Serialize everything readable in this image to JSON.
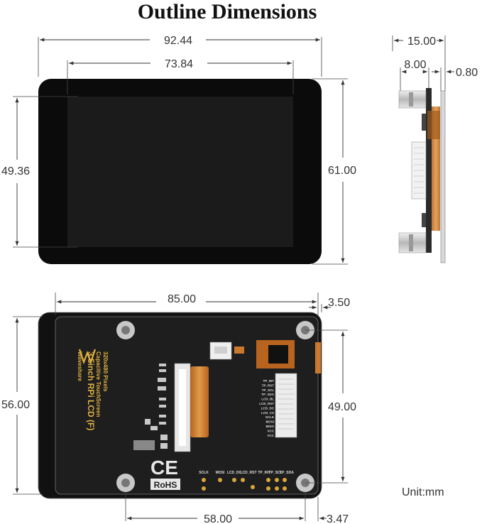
{
  "title": "Outline Dimensions",
  "unit_label": "Unit:mm",
  "front_view": {
    "width_outer": "92.44",
    "width_display": "73.84",
    "height_display": "49.36",
    "height_outer": "61.00"
  },
  "side_view": {
    "depth_total": "15.00",
    "depth_body": "8.00",
    "glass_thickness": "0.80"
  },
  "back_view": {
    "pcb_width": "85.00",
    "offset_right": "3.50",
    "pcb_height": "56.00",
    "hole_spacing_y": "49.00",
    "hole_spacing_x": "58.00",
    "offset_bottom_right": "3.47"
  },
  "pcb_silkscreen": {
    "brand": "Waveshare",
    "product": "3.5inch RPi LCD (F)",
    "line2": "Capacitive TouchScreen",
    "line3": "320x480 Pixels",
    "ce": "CE",
    "rohs": "RoHS",
    "pins_bottom": [
      "SCLK",
      "MOSI",
      "LCD_DC",
      "LCD_RST",
      "TP_INT",
      "TP_SCL",
      "TP_SDA"
    ],
    "pins_right": [
      "TP_INT",
      "TP_RST",
      "TP_SCL",
      "TP_SDA",
      "LCD_BL",
      "LCD_RST",
      "LCD_DC",
      "LCD_CS",
      "SCLK",
      "MOSI",
      "MISO",
      "VCC",
      "VCC"
    ]
  },
  "colors": {
    "screen": "#0a0a0a",
    "pcb": "#1c1c1c",
    "dim_line": "#333333",
    "flex_cable": "#c9782e",
    "silk_gold": "#e0b040"
  }
}
